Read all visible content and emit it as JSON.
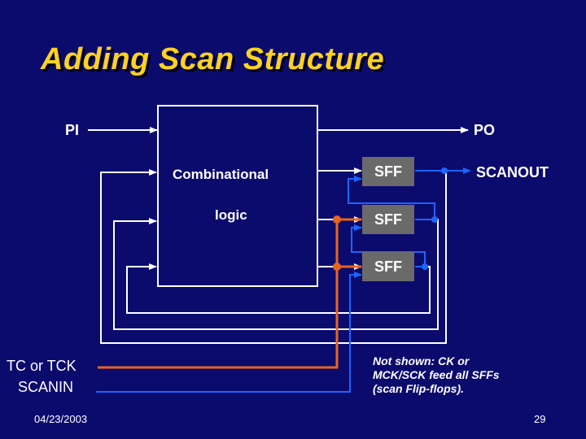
{
  "slide": {
    "title": "Adding Scan Structure",
    "date": "04/23/2003",
    "page_number": "29"
  },
  "diagram": {
    "pi_label": "PI",
    "po_label": "PO",
    "comb_line1": "Combinational",
    "comb_line2": "logic",
    "sff_labels": [
      "SFF",
      "SFF",
      "SFF"
    ],
    "scanout_label": "SCANOUT",
    "tc_label": "TC or TCK",
    "scanin_label": "SCANIN",
    "note": "Not shown: CK or MCK/SCK feed all SFFs (scan Flip-flops)."
  },
  "colors": {
    "background": "#0b0b6e",
    "title": "#ffd21f",
    "wire_white": "#ffffff",
    "wire_orange": "#e8641c",
    "wire_blue": "#1e64ff",
    "sff_fill": "#6a6a6a"
  }
}
